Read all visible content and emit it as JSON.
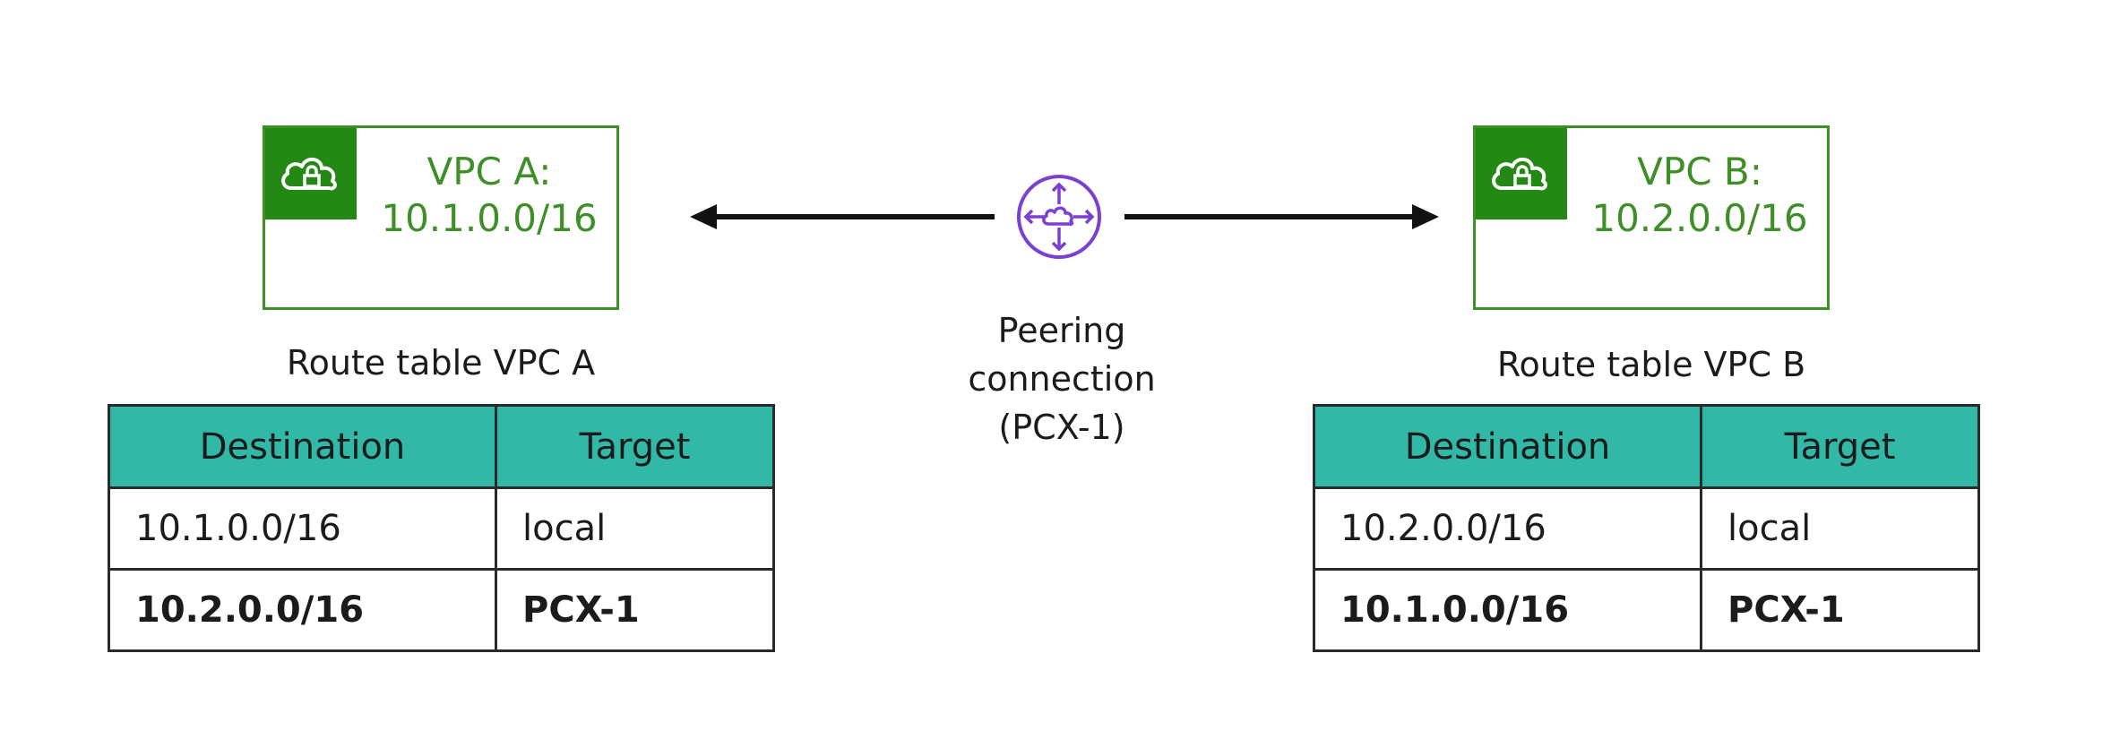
{
  "vpc_a": {
    "name": "VPC A:",
    "cidr": "10.1.0.0/16",
    "icon": "vpc-cloud-lock-icon"
  },
  "vpc_b": {
    "name": "VPC B:",
    "cidr": "10.2.0.0/16",
    "icon": "vpc-cloud-lock-icon"
  },
  "peering": {
    "line1": "Peering",
    "line2": "connection",
    "line3": "(PCX-1)",
    "icon": "peering-cloud-arrows-icon"
  },
  "route_table_a": {
    "title": "Route table VPC A",
    "headers": {
      "destination": "Destination",
      "target": "Target"
    },
    "rows": [
      {
        "destination": "10.1.0.0/16",
        "target": "local"
      },
      {
        "destination": "10.2.0.0/16",
        "target": "PCX-1"
      }
    ]
  },
  "route_table_b": {
    "title": "Route table VPC B",
    "headers": {
      "destination": "Destination",
      "target": "Target"
    },
    "rows": [
      {
        "destination": "10.2.0.0/16",
        "target": "local"
      },
      {
        "destination": "10.1.0.0/16",
        "target": "PCX-1"
      }
    ]
  },
  "colors": {
    "vpc_green": "#3f8f29",
    "vpc_icon_bg": "#248814",
    "peering_purple": "#7b3fd1",
    "table_header_teal": "#31b8a6"
  }
}
